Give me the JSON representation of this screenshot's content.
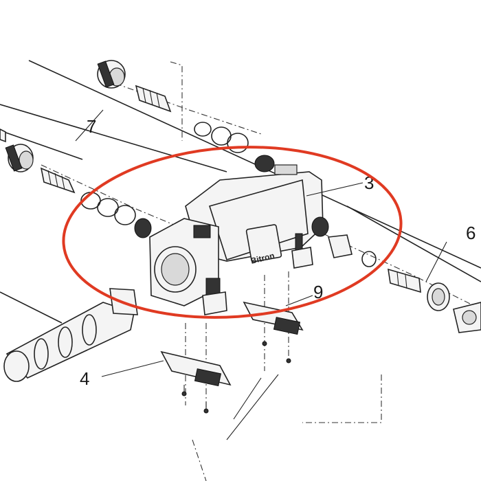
{
  "diagram": {
    "brand_label": "Bitron",
    "highlight_color": "#e03a22",
    "callouts": [
      {
        "id": "callout-3",
        "label": "3"
      },
      {
        "id": "callout-4",
        "label": "4"
      },
      {
        "id": "callout-6",
        "label": "6"
      },
      {
        "id": "callout-7",
        "label": "7"
      },
      {
        "id": "callout-9",
        "label": "9"
      }
    ]
  }
}
